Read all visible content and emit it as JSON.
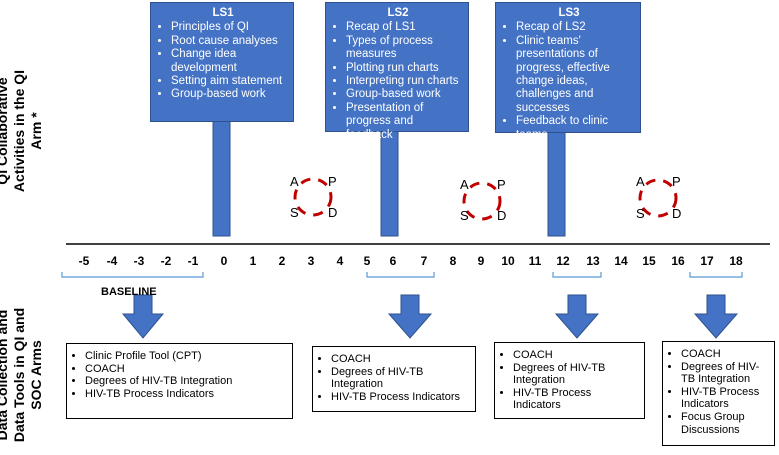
{
  "side_labels": {
    "top": "QI Collaborative Activities in the QI Arm *",
    "bottom": "Data Collection and Data Tools in QI and SOC Arms"
  },
  "learning_sessions": [
    {
      "title": "LS1",
      "items": [
        "Principles of QI",
        "Root cause analyses",
        "Change idea development",
        "Setting aim statement",
        "Group-based work"
      ]
    },
    {
      "title": "LS2",
      "items": [
        "Recap of LS1",
        "Types of process measures",
        "Plotting run charts",
        "Interpreting run charts",
        "Group-based work",
        "Presentation of progress and feedback"
      ]
    },
    {
      "title": "LS3",
      "items": [
        "Recap of LS2",
        "Clinic teams' presentations of progress, effective change ideas, challenges and successes",
        "Feedback to clinic teams"
      ]
    }
  ],
  "pdsa": {
    "a": "A",
    "p": "P",
    "s": "S",
    "d": "D"
  },
  "timeline": {
    "ticks": [
      "-5",
      "-4",
      "-3",
      "-2",
      "-1",
      "0",
      "1",
      "2",
      "3",
      "4",
      "5",
      "6",
      "7",
      "8",
      "9",
      "10",
      "11",
      "12",
      "13",
      "14",
      "15",
      "16",
      "17",
      "18"
    ]
  },
  "baseline_label": "BASELINE",
  "data_boxes": [
    {
      "items": [
        "Clinic Profile Tool (CPT)",
        "COACH",
        "Degrees of HIV-TB Integration",
        "HIV-TB Process Indicators"
      ]
    },
    {
      "items": [
        "COACH",
        "Degrees of HIV-TB Integration",
        "HIV-TB Process Indicators"
      ]
    },
    {
      "items": [
        "COACH",
        "Degrees of HIV-TB Integration",
        "HIV-TB Process Indicators"
      ]
    },
    {
      "items": [
        "COACH",
        "Degrees of HIV-TB Integration",
        "HIV-TB Process Indicators",
        "Focus Group Discussions"
      ]
    }
  ],
  "colors": {
    "box_fill": "#4472C4",
    "box_border": "#2F528F",
    "cycle": "#C00000"
  }
}
